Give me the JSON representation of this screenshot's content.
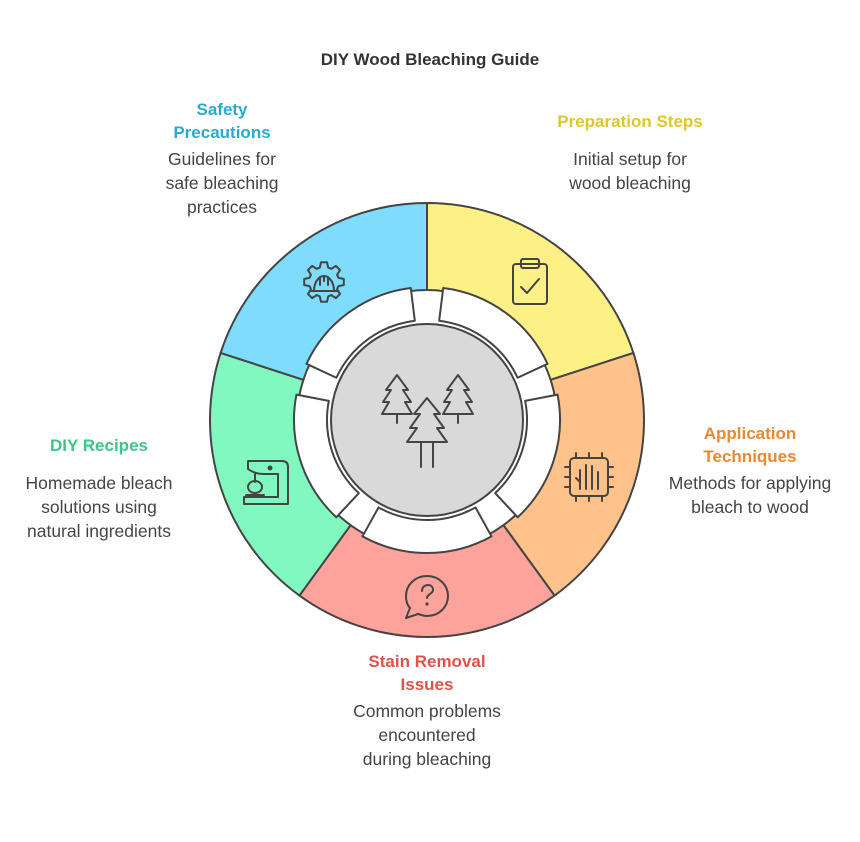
{
  "title": "DIY Wood Bleaching Guide",
  "center_icon": "pine-trees-icon",
  "segments": [
    {
      "id": "preparation",
      "title": "Preparation Steps",
      "description": "Initial setup for wood bleaching",
      "color": "#fdf185",
      "title_color": "#e1c52a",
      "icon": "clipboard-check-icon"
    },
    {
      "id": "application",
      "title": "Application Techniques",
      "description": "Methods for applying bleach to wood",
      "color": "#fec28a",
      "title_color": "#e9892f",
      "icon": "hand-chip-icon"
    },
    {
      "id": "stain",
      "title": "Stain Removal Issues",
      "description": "Common problems encountered during bleaching",
      "color": "#fea39b",
      "title_color": "#e2514a",
      "icon": "question-bubble-icon"
    },
    {
      "id": "recipes",
      "title": "DIY Recipes",
      "description": "Homemade bleach solutions using natural ingredients",
      "color": "#80f8c0",
      "title_color": "#3fc48a",
      "icon": "stand-mixer-icon"
    },
    {
      "id": "safety",
      "title": "Safety Precautions",
      "description": "Guidelines for safe bleaching practices",
      "color": "#7edcfd",
      "title_color": "#28aad6",
      "icon": "gear-helmet-icon"
    }
  ]
}
